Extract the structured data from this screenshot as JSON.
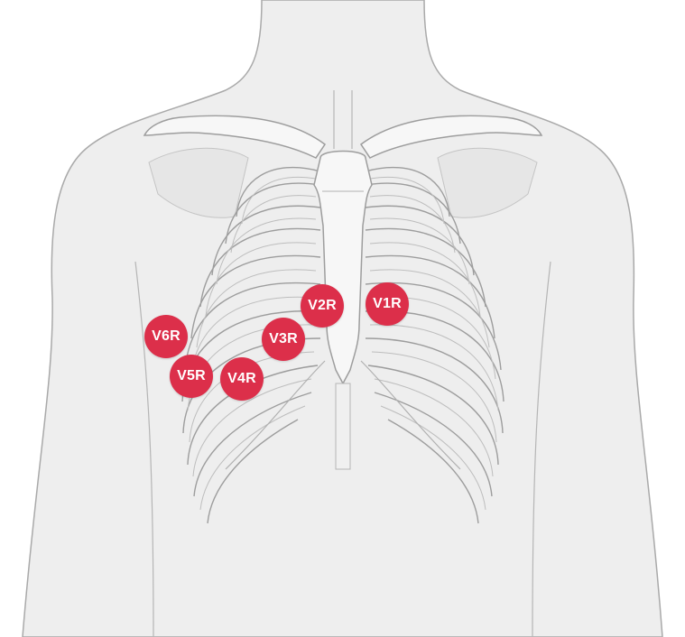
{
  "colors": {
    "electrode_fill": "#dc2f4a",
    "electrode_text": "#ffffff",
    "body_fill": "#eeeeee",
    "body_outline": "#a9a9a9",
    "bone_fill": "#f7f7f7",
    "bone_outline": "#9d9d9d"
  },
  "electrodes": [
    {
      "id": "v1r",
      "label": "V1R"
    },
    {
      "id": "v2r",
      "label": "V2R"
    },
    {
      "id": "v3r",
      "label": "V3R"
    },
    {
      "id": "v4r",
      "label": "V4R"
    },
    {
      "id": "v5r",
      "label": "V5R"
    },
    {
      "id": "v6r",
      "label": "V6R"
    }
  ]
}
